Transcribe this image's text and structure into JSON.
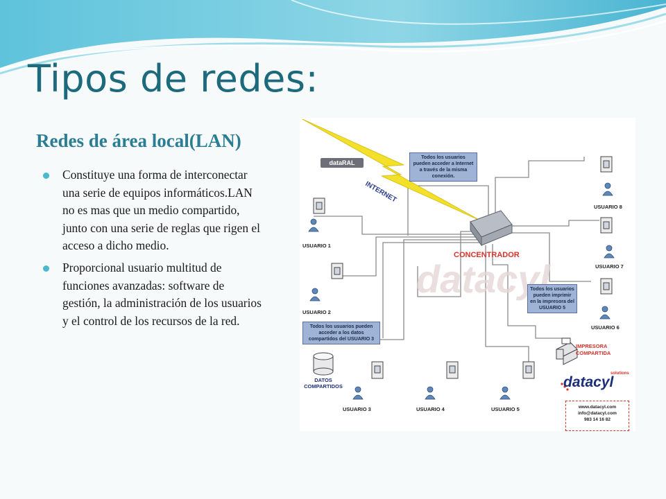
{
  "slide": {
    "title": "Tipos de redes:",
    "subtitle": "Redes  de área local(LAN)",
    "bullets": [
      "Constituye una forma de interconectar una serie de equipos informáticos.LAN  no es mas que un medio compartido,  junto con una serie de reglas que rigen el acceso a dicho medio.",
      "Proporcional usuario multitud de funciones  avanzadas: software de gestión, la administración de los usuarios y el control de los recursos de la red."
    ]
  },
  "diagram": {
    "brand_tag": "dataRAL",
    "internet_label": "INTERNET",
    "hub_label": "CONCENTRADOR",
    "watermark": "datacyl",
    "users": [
      "USUARIO 1",
      "USUARIO 2",
      "USUARIO 3",
      "USUARIO 4",
      "USUARIO 5",
      "USUARIO 6",
      "USUARIO 7",
      "USUARIO 8"
    ],
    "notes": {
      "internet": "Todos los usuarios pueden acceder a Internet a través de la misma conexión.",
      "printer": "Todos los usuarios pueden imprimir en la impresora del USUARIO 5",
      "data": "Todos los usuarios pueden acceder a los datos compartidos del USUARIO 3"
    },
    "shared_data_label": "DATOS COMPARTIDOS",
    "printer_label": "IMPRESORA COMPARTIDA",
    "logo": "datacyl",
    "logo_tagline": "solutions",
    "contact": [
      "www.datacyl.com",
      "info@datacyl.com",
      "983 14 16 82"
    ]
  },
  "colors": {
    "title": "#1d6a7c",
    "subtitle": "#2a7d92",
    "bullet": "#4bb8cf",
    "hub_label": "#d8312a",
    "note_bg": "#9fb3d6",
    "lightning": "#f2e02a"
  }
}
